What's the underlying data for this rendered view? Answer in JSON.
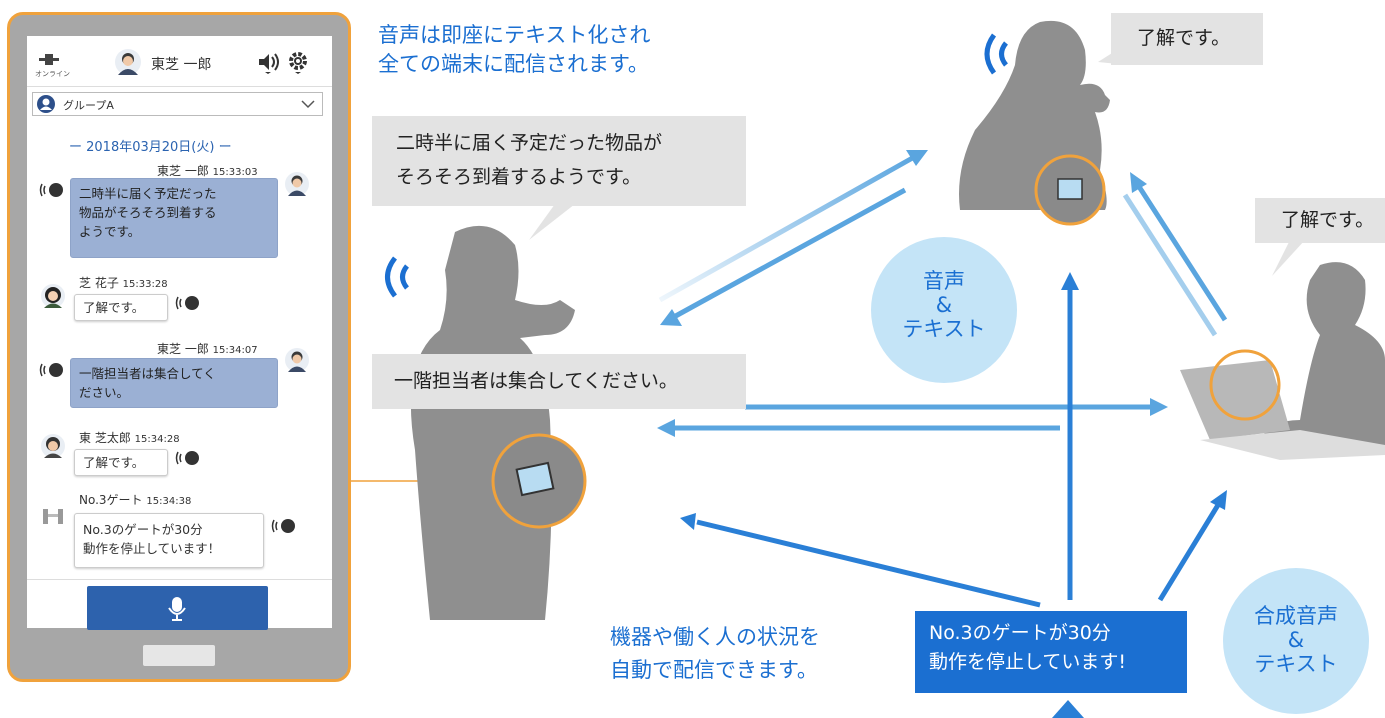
{
  "app": {
    "status_label": "オンライン",
    "user_name": "東芝 一郎",
    "group": "グループA"
  },
  "chat": {
    "date": "ー 2018年03月20日(火) ー",
    "messages": [
      {
        "sender": "東芝 一郎",
        "time": "15:33:03",
        "text_lines": [
          "二時半に届く予定だった",
          "物品がそろそろ到着する",
          "ようです。"
        ]
      },
      {
        "sender": "芝 花子",
        "time": "15:33:28",
        "text_lines": [
          "了解です。"
        ]
      },
      {
        "sender": "東芝 一郎",
        "time": "15:34:07",
        "text_lines": [
          "一階担当者は集合してく",
          "ださい。"
        ]
      },
      {
        "sender": "東 芝太郎",
        "time": "15:34:28",
        "text_lines": [
          "了解です。"
        ]
      },
      {
        "sender": "No.3ゲート",
        "time": "15:34:38",
        "text_lines": [
          "No.3のゲートが30分",
          "動作を停止しています！"
        ]
      }
    ]
  },
  "diagram": {
    "top_caption_lines": [
      "音声は即座にテキスト化され",
      "全ての端末に配信されます。"
    ],
    "speech_main_lines": [
      "二時半に届く予定だった物品が",
      "そろそろ到着するようです。"
    ],
    "speech_lower": "一階担当者は集合してください。",
    "reply_top": "了解です。",
    "reply_right": "了解です。",
    "circle_voice_lines": [
      "音声",
      "&",
      "テキスト"
    ],
    "circle_synth_lines": [
      "合成音声",
      "&",
      "テキスト"
    ],
    "bottom_caption_lines": [
      "機器や働く人の状況を",
      "自動で配信できます。"
    ],
    "gate_box_lines": [
      "No.3のゲートが30分",
      "動作を停止しています!"
    ]
  },
  "colors": {
    "accent_blue": "#1b6fd1",
    "orange": "#f0a23c",
    "arrow_blue": "#5aa5df",
    "silhouette": "#8f8f8f"
  }
}
